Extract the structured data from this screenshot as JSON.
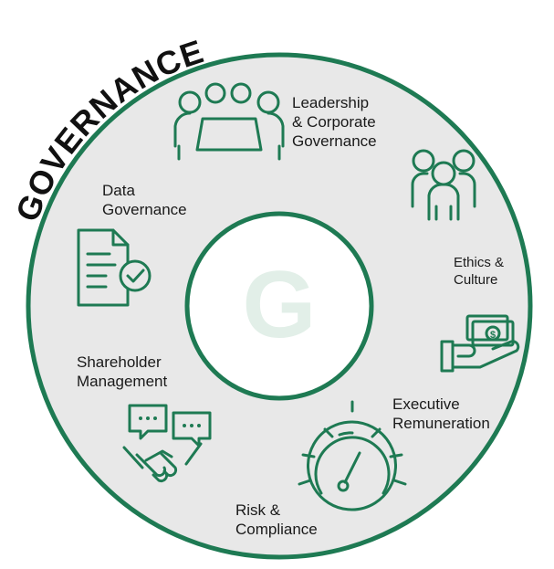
{
  "title": "GOVERNANCE",
  "center_letter": "G",
  "colors": {
    "ring_fill": "#e8e8e8",
    "ring_stroke": "#1e7a53",
    "icon_stroke": "#1e7a53",
    "center_letter": "#e2efe8",
    "title": "#111111"
  },
  "segments": [
    {
      "lines": [
        "Leadership",
        "& Corporate",
        "Governance"
      ],
      "icon": "meeting-table-icon"
    },
    {
      "lines": [
        "Ethics &",
        "Culture"
      ],
      "icon": "people-group-icon"
    },
    {
      "lines": [
        "Executive",
        "Remuneration"
      ],
      "icon": "money-hand-icon"
    },
    {
      "lines": [
        "Risk &",
        "Compliance"
      ],
      "icon": "gauge-gear-icon"
    },
    {
      "lines": [
        "Shareholder",
        "Management"
      ],
      "icon": "handshake-chat-icon"
    },
    {
      "lines": [
        "Data",
        "Governance"
      ],
      "icon": "document-check-icon"
    }
  ]
}
